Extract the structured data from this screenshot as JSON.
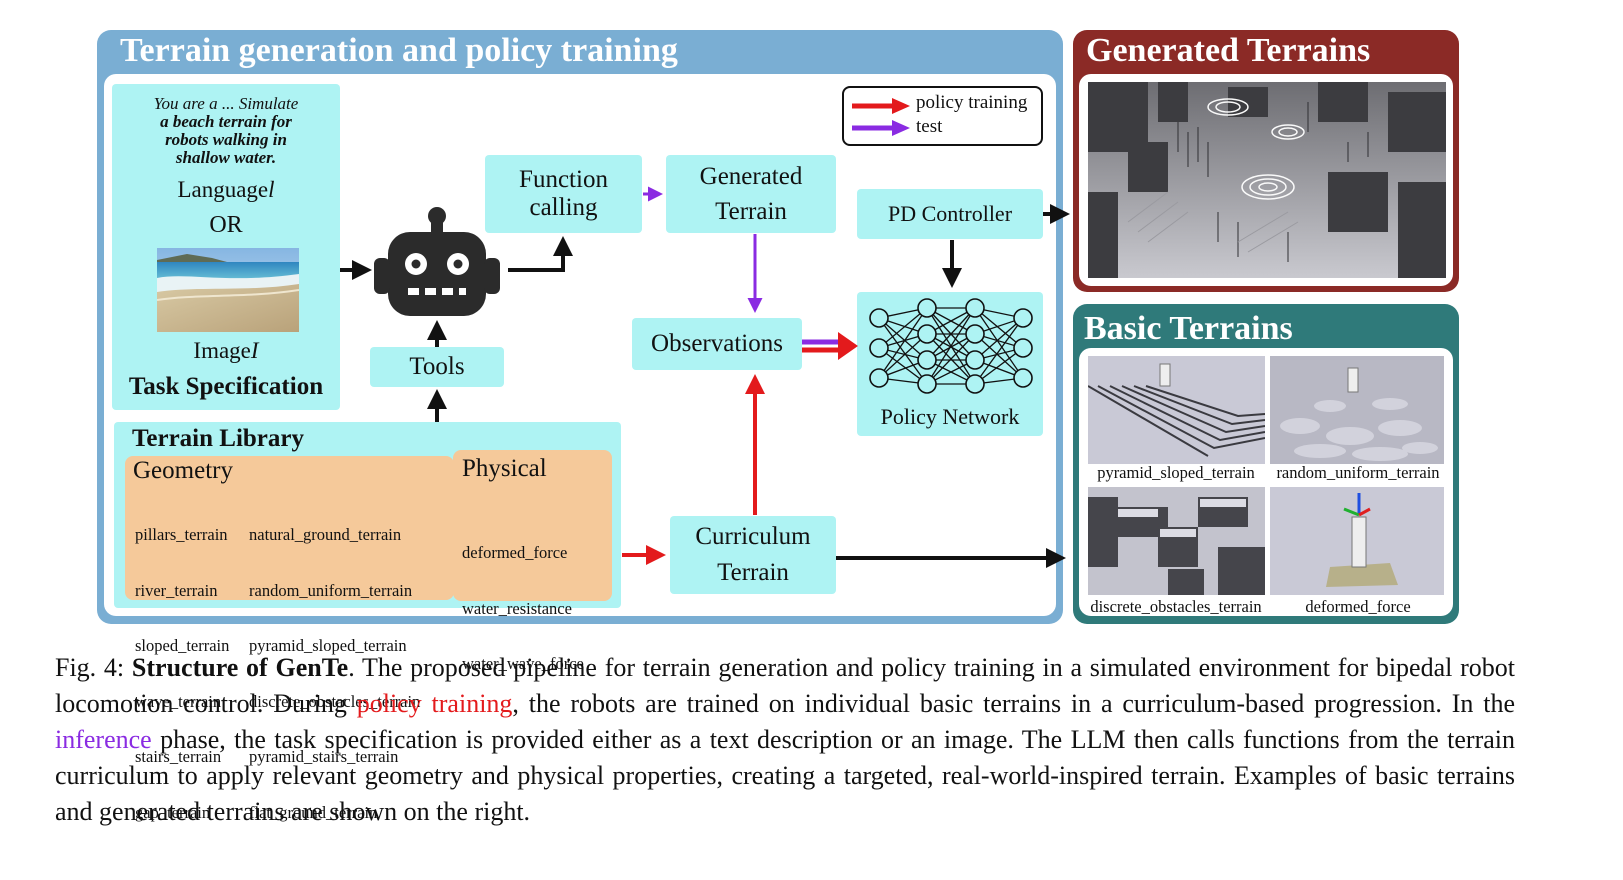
{
  "figure": {
    "left_panel_title": "Terrain generation and policy training",
    "generated_title": "Generated Terrains",
    "basic_title": "Basic Terrains",
    "task_spec": {
      "prompt_plain": "You are a ... Simulate",
      "prompt_bold": "a beach terrain for robots walking in shallow water.",
      "language_label": "Language ",
      "language_var": "l",
      "or_label": "OR",
      "image_label": "Image ",
      "image_var": "I",
      "title": "Task Specification"
    },
    "tools_label": "Tools",
    "function_calling_label": "Function calling",
    "generated_terrain_label": "Generated Terrain",
    "observations_label": "Observations",
    "pd_controller_label": "PD Controller",
    "policy_network_label": "Policy Network",
    "curriculum_terrain_label": "Curriculum Terrain",
    "legend": {
      "policy_training": "policy training",
      "test": "test"
    },
    "terrain_library": {
      "title": "Terrain Library",
      "geometry_title": "Geometry",
      "geometry_col1": [
        "pillars_terrain",
        "river_terrain",
        "sloped_terrain",
        "wave_terrain",
        "stairs_terrain",
        "gap_terrain"
      ],
      "geometry_col2": [
        "natural_ground_terrain",
        "random_uniform_terrain",
        "pyramid_sloped_terrain",
        "discrete_obstacles_terrain",
        "pyramid_stairs_terrain",
        "flat_ground_terrain"
      ],
      "physical_title": "Physical",
      "physical_items": [
        "deformed_force",
        "water_resistance",
        "water_wave_force"
      ]
    },
    "basic_terrain_labels": [
      "pyramid_sloped_terrain",
      "random_uniform_terrain",
      "discrete_obstacles_terrain",
      "deformed_force"
    ],
    "colors": {
      "left_panel": "#7aaed3",
      "generated_panel": "#8b2a26",
      "basic_panel": "#2f7a7a",
      "cyan_box": "#aef3f3",
      "orange_box": "#f5c99a",
      "train_arrow": "#e31a1c",
      "test_arrow": "#8a2be2"
    }
  },
  "caption": {
    "fig_label": "Fig. 4: ",
    "bold_title": "Structure of GenTe",
    "text1": ". The proposed pipeline for terrain generation and policy training in a simulated environment for bipedal robot locomotion control. During ",
    "policy_training_link": "policy training",
    "text2": ", the robots are trained on individual basic terrains in a curriculum-based progression. In the ",
    "inference_link": "inference",
    "text3": " phase, the task specification is provided either as a text description or an image. The LLM then calls functions from the terrain curriculum to apply relevant geometry and physical properties, creating a targeted, real-world-inspired terrain. Examples of basic terrains and generated terrains are shown on the right."
  }
}
